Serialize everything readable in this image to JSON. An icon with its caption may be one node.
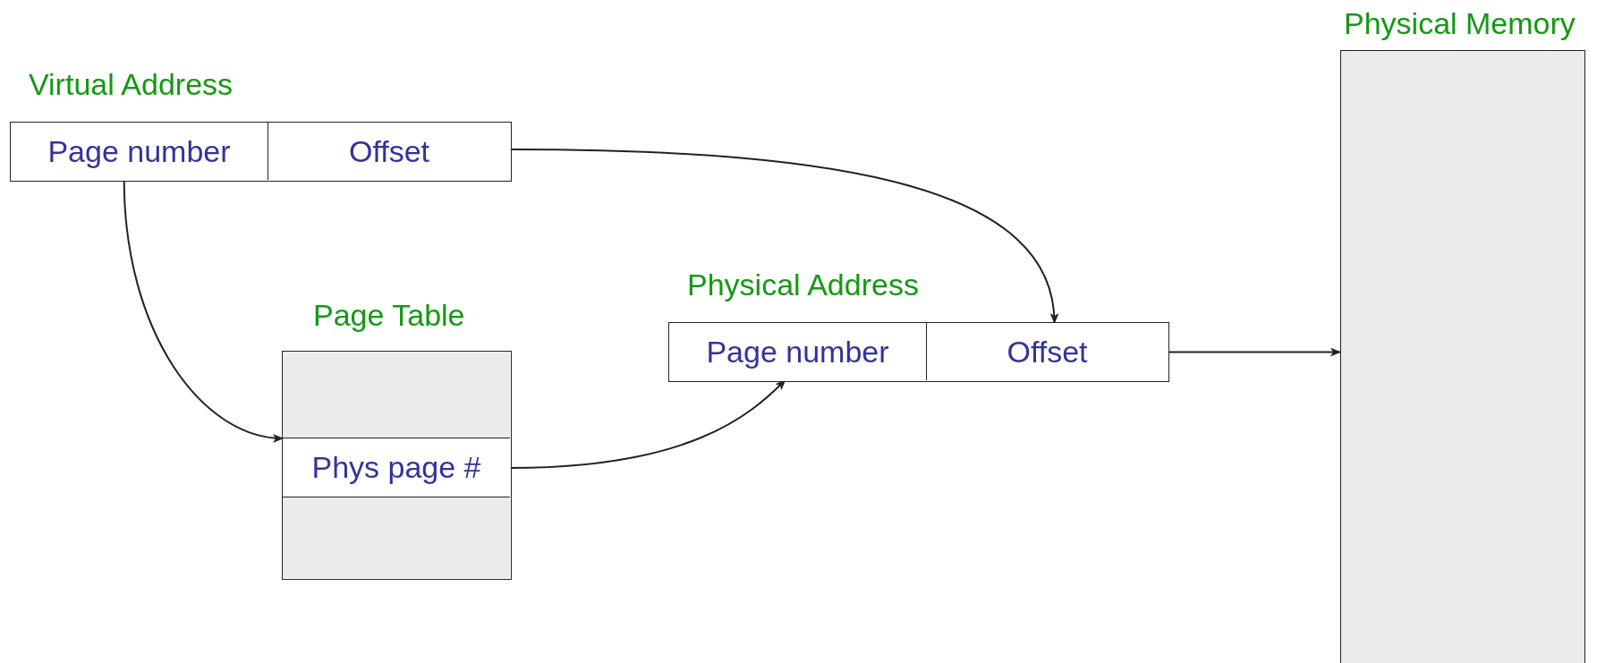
{
  "diagram": {
    "nodes": [
      {
        "text": [
          "Virtual Address"
        ]
      },
      {
        "text": [
          "Page number"
        ],
        "in": 0
      },
      {
        "text": [
          "Offset"
        ],
        "in": 0
      },
      {
        "text": [
          "Page Table"
        ]
      },
      {
        "text": [],
        "shape": "box",
        "in": 3
      },
      {
        "text": [
          "Phys page #"
        ],
        "in": 3
      },
      {
        "text": [],
        "shape": "box",
        "in": 3
      },
      {
        "text": [
          "Physical Address"
        ]
      },
      {
        "text": [
          "Page number"
        ],
        "in": 7
      },
      {
        "text": [
          "Offset"
        ],
        "in": 7
      },
      {
        "text": [
          "Physical Memory"
        ]
      }
    ],
    "edges": [
      {
        "from": 1,
        "to": 5,
        "arrow": "to"
      },
      {
        "from": 2,
        "to": 9,
        "arrow": "to"
      },
      {
        "from": 5,
        "to": 8,
        "arrow": "to"
      },
      {
        "from": 7,
        "to": 10,
        "arrow": "to"
      }
    ]
  }
}
